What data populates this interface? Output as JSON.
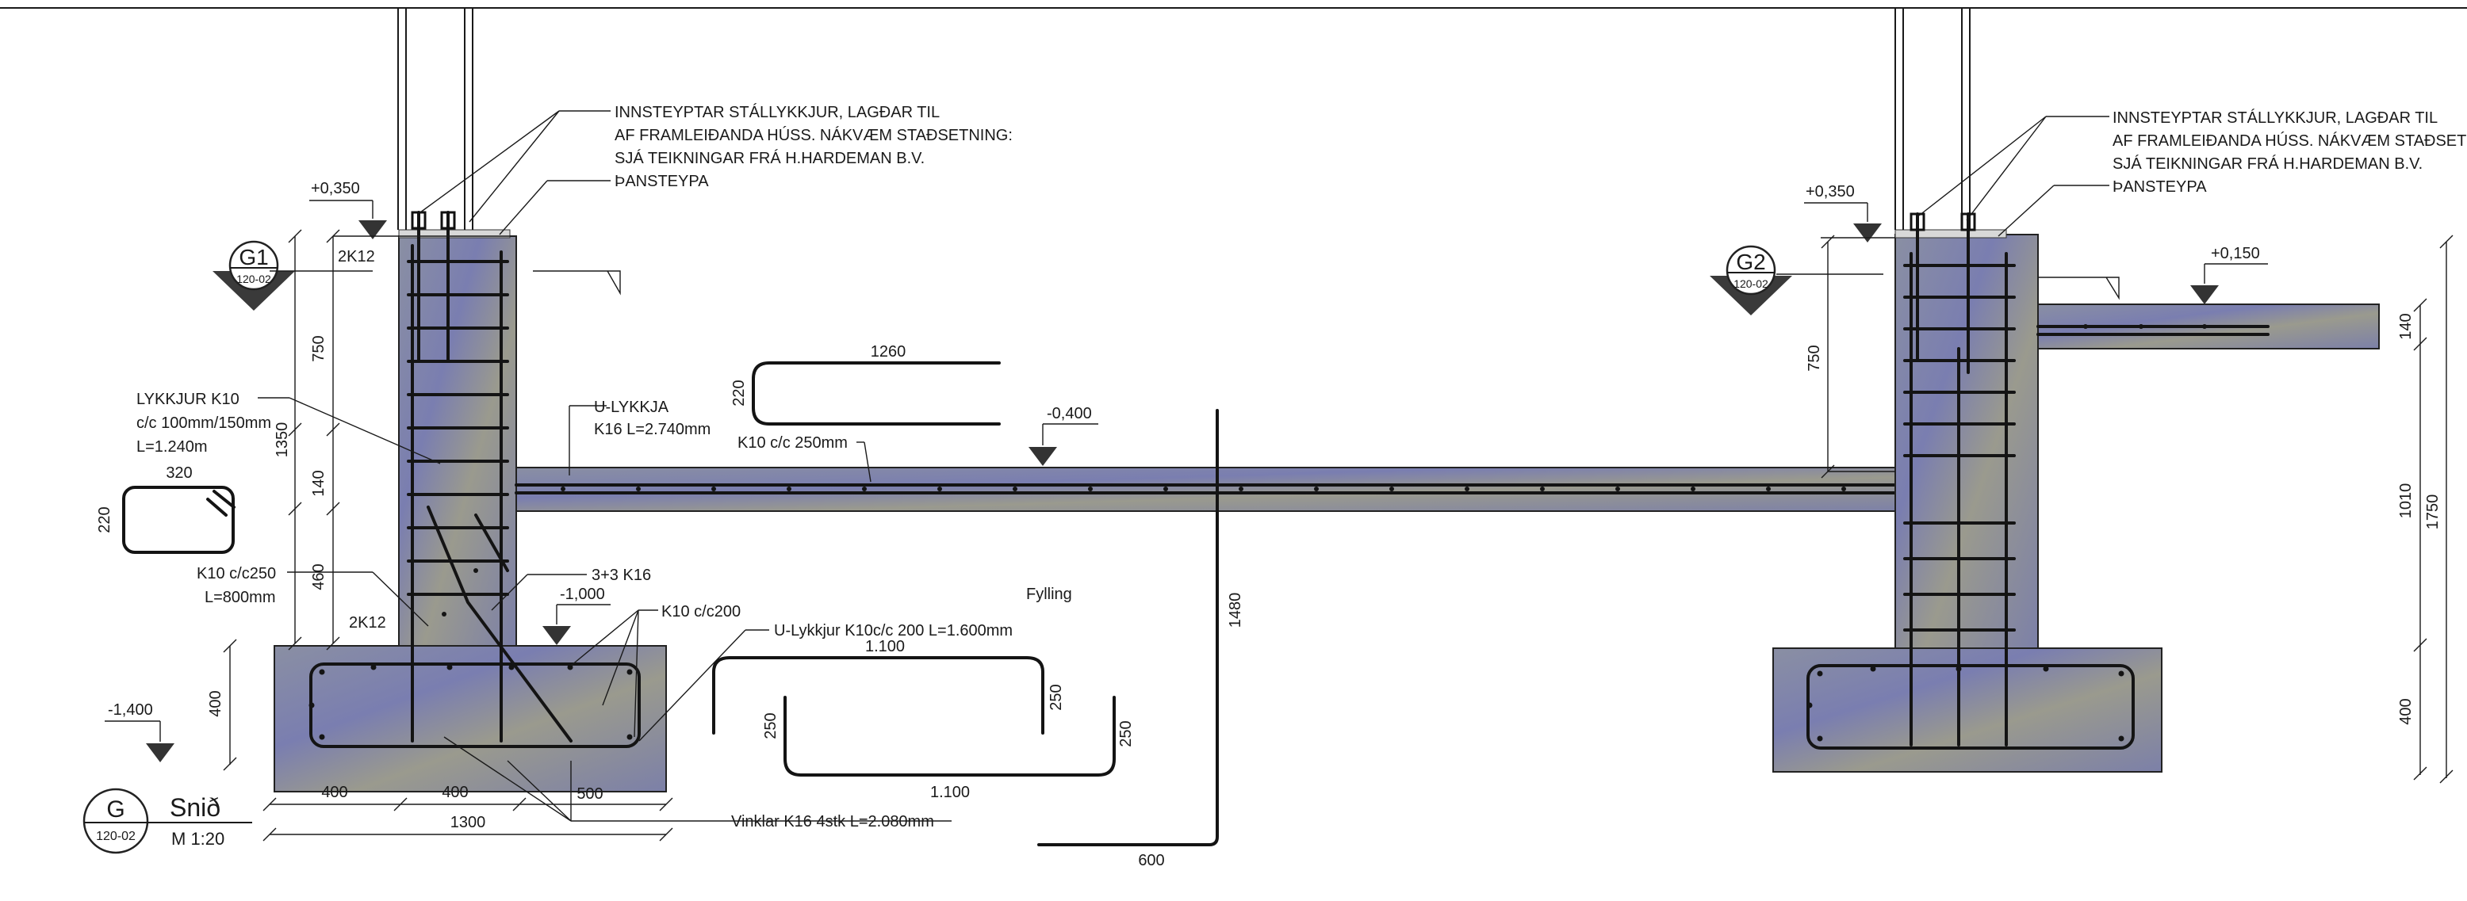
{
  "title": {
    "label": "Snið",
    "scale": "M 1:20",
    "section_letter": "G",
    "section_ref": "120-02"
  },
  "markers": {
    "g1": {
      "letter": "G1",
      "ref": "120-02"
    },
    "g2": {
      "letter": "G2",
      "ref": "120-02"
    }
  },
  "notes_left": {
    "line1": "INNSTEYPTAR STÁLLYKKJUR, LAGÐAR TIL",
    "line2": "AF FRAMLEIÐANDA HÚSS. NÁKVÆM STAÐSETNING:",
    "line3": "SJÁ TEIKNINGAR FRÁ H.HARDEMAN B.V.",
    "line4": "ÞANSTEYPA"
  },
  "notes_right": {
    "line1": "INNSTEYPTAR STÁLLYKKJUR, LAGÐAR TIL",
    "line2": "AF FRAMLEIÐANDA HÚSS. NÁKVÆM STAÐSETNING",
    "line3": "SJÁ TEIKNINGAR FRÁ H.HARDEMAN B.V.",
    "line4": "ÞANSTEYPA"
  },
  "levels": {
    "l1": "+0,350",
    "l2": "+0,350",
    "l3": "+0,150",
    "l4": "-0,400",
    "l5": "-1,000",
    "l6": "-1,400"
  },
  "labels": {
    "two_k12_top": "2K12",
    "two_k12_bottom": "2K12",
    "lykkjur_1": "LYKKJUR K10",
    "lykkjur_2": "c/c 100mm/150mm",
    "lykkjur_3": "L=1.240m",
    "u_lykkja_1": "U-LYKKJA",
    "u_lykkja_2": "K16 L=2.740mm",
    "k10_250mm": "K10 c/c 250mm",
    "k10_250_1": "K10 c/c250",
    "k10_250_2": "L=800mm",
    "three_k16": "3+3 K16",
    "k10_200": "K10 c/c200",
    "u_lykkjur_200": "U-Lykkjur K10c/c 200 L=1.600mm",
    "fylling": "Fylling",
    "vinklar": "Vinklar K16 4stk L=2.080mm"
  },
  "dimensions": {
    "d1260": "1260",
    "d220a": "220",
    "d320": "320",
    "d220b": "220",
    "d750a": "750",
    "d1350": "1350",
    "d140a": "140",
    "d460": "460",
    "d400a": "400",
    "d400b": "400",
    "d400c": "400",
    "d500": "500",
    "d1300": "1300",
    "d1100a": "1.100",
    "d250a": "250",
    "d250b": "250",
    "d250c": "250",
    "d1100b": "1.100",
    "d1480": "1480",
    "d600": "600",
    "d750b": "750",
    "d140b": "140",
    "d1010": "1010",
    "d1750": "1750",
    "d400d": "400"
  }
}
